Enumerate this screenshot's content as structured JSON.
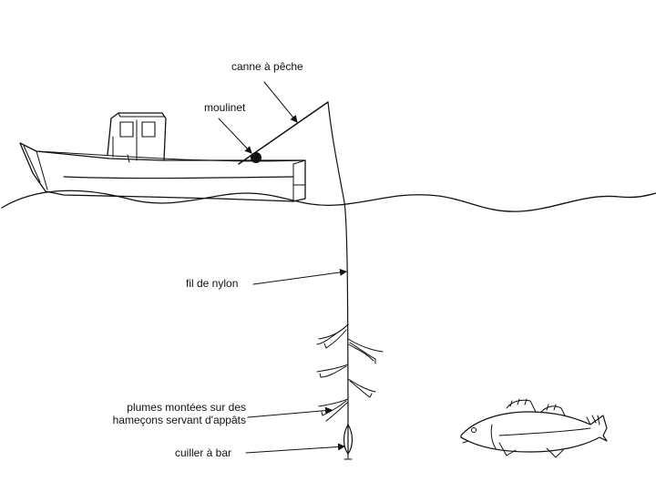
{
  "labels": {
    "canne": "canne à pêche",
    "moulinet": "moulinet",
    "fil": "fil de nylon",
    "plumes_line1": "plumes montées sur des",
    "plumes_line2": "hameçons servant d'appâts",
    "cuiller": "cuiller à bar"
  },
  "colors": {
    "ink": "#111111",
    "background": "#ffffff"
  }
}
